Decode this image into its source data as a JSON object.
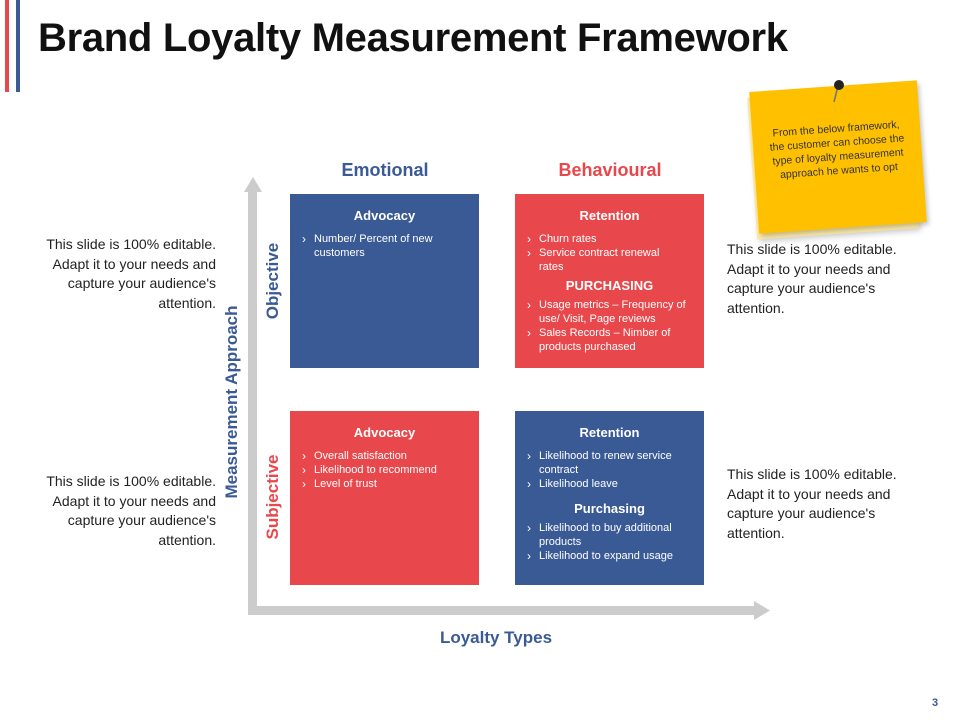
{
  "title": "Brand Loyalty Measurement Framework",
  "columns": {
    "emotional": "Emotional",
    "behavioural": "Behavioural"
  },
  "rows": {
    "objective": "Objective",
    "subjective": "Subjective"
  },
  "axes": {
    "vertical": "Measurement Approach",
    "horizontal": "Loyalty Types"
  },
  "quadrants": {
    "objective_emotional": {
      "title": "Advocacy",
      "items": [
        "Number/ Percent of new customers"
      ]
    },
    "objective_behavioural": {
      "title": "Retention",
      "items": [
        "Churn rates",
        "Service contract renewal rates"
      ],
      "subtitle": "PURCHASING",
      "sub_items": [
        "Usage metrics – Frequency of use/ Visit, Page reviews",
        "Sales Records – Nimber of products purchased"
      ]
    },
    "subjective_emotional": {
      "title": "Advocacy",
      "items": [
        "Overall satisfaction",
        "Likelihood to recommend",
        "Level of trust"
      ]
    },
    "subjective_behavioural": {
      "title": "Retention",
      "items": [
        "Likelihood to renew service contract",
        "Likelihood leave"
      ],
      "subtitle": "Purchasing",
      "sub_items": [
        "Likelihood to buy additional products",
        "Likelihood to expand usage"
      ]
    }
  },
  "side_texts": {
    "left_top": "This slide is 100% editable. Adapt it to your needs and capture your audience's attention.",
    "left_bottom": "This slide is 100% editable. Adapt it to your needs and capture your audience's attention.",
    "right_top": "This slide is 100% editable. Adapt it to your needs and capture your audience's attention.",
    "right_bottom": "This slide is 100% editable. Adapt it to your needs and capture your audience's attention."
  },
  "note": "From the below framework, the customer can choose the type of loyalty measurement approach he wants to opt",
  "page_number": "3",
  "colors": {
    "blue": "#3a5a96",
    "red": "#e8474c",
    "note": "#ffc000",
    "axis": "#cccccc"
  },
  "icons": {
    "note_pin": "pin-icon",
    "bullet": "chevron-right-icon"
  }
}
